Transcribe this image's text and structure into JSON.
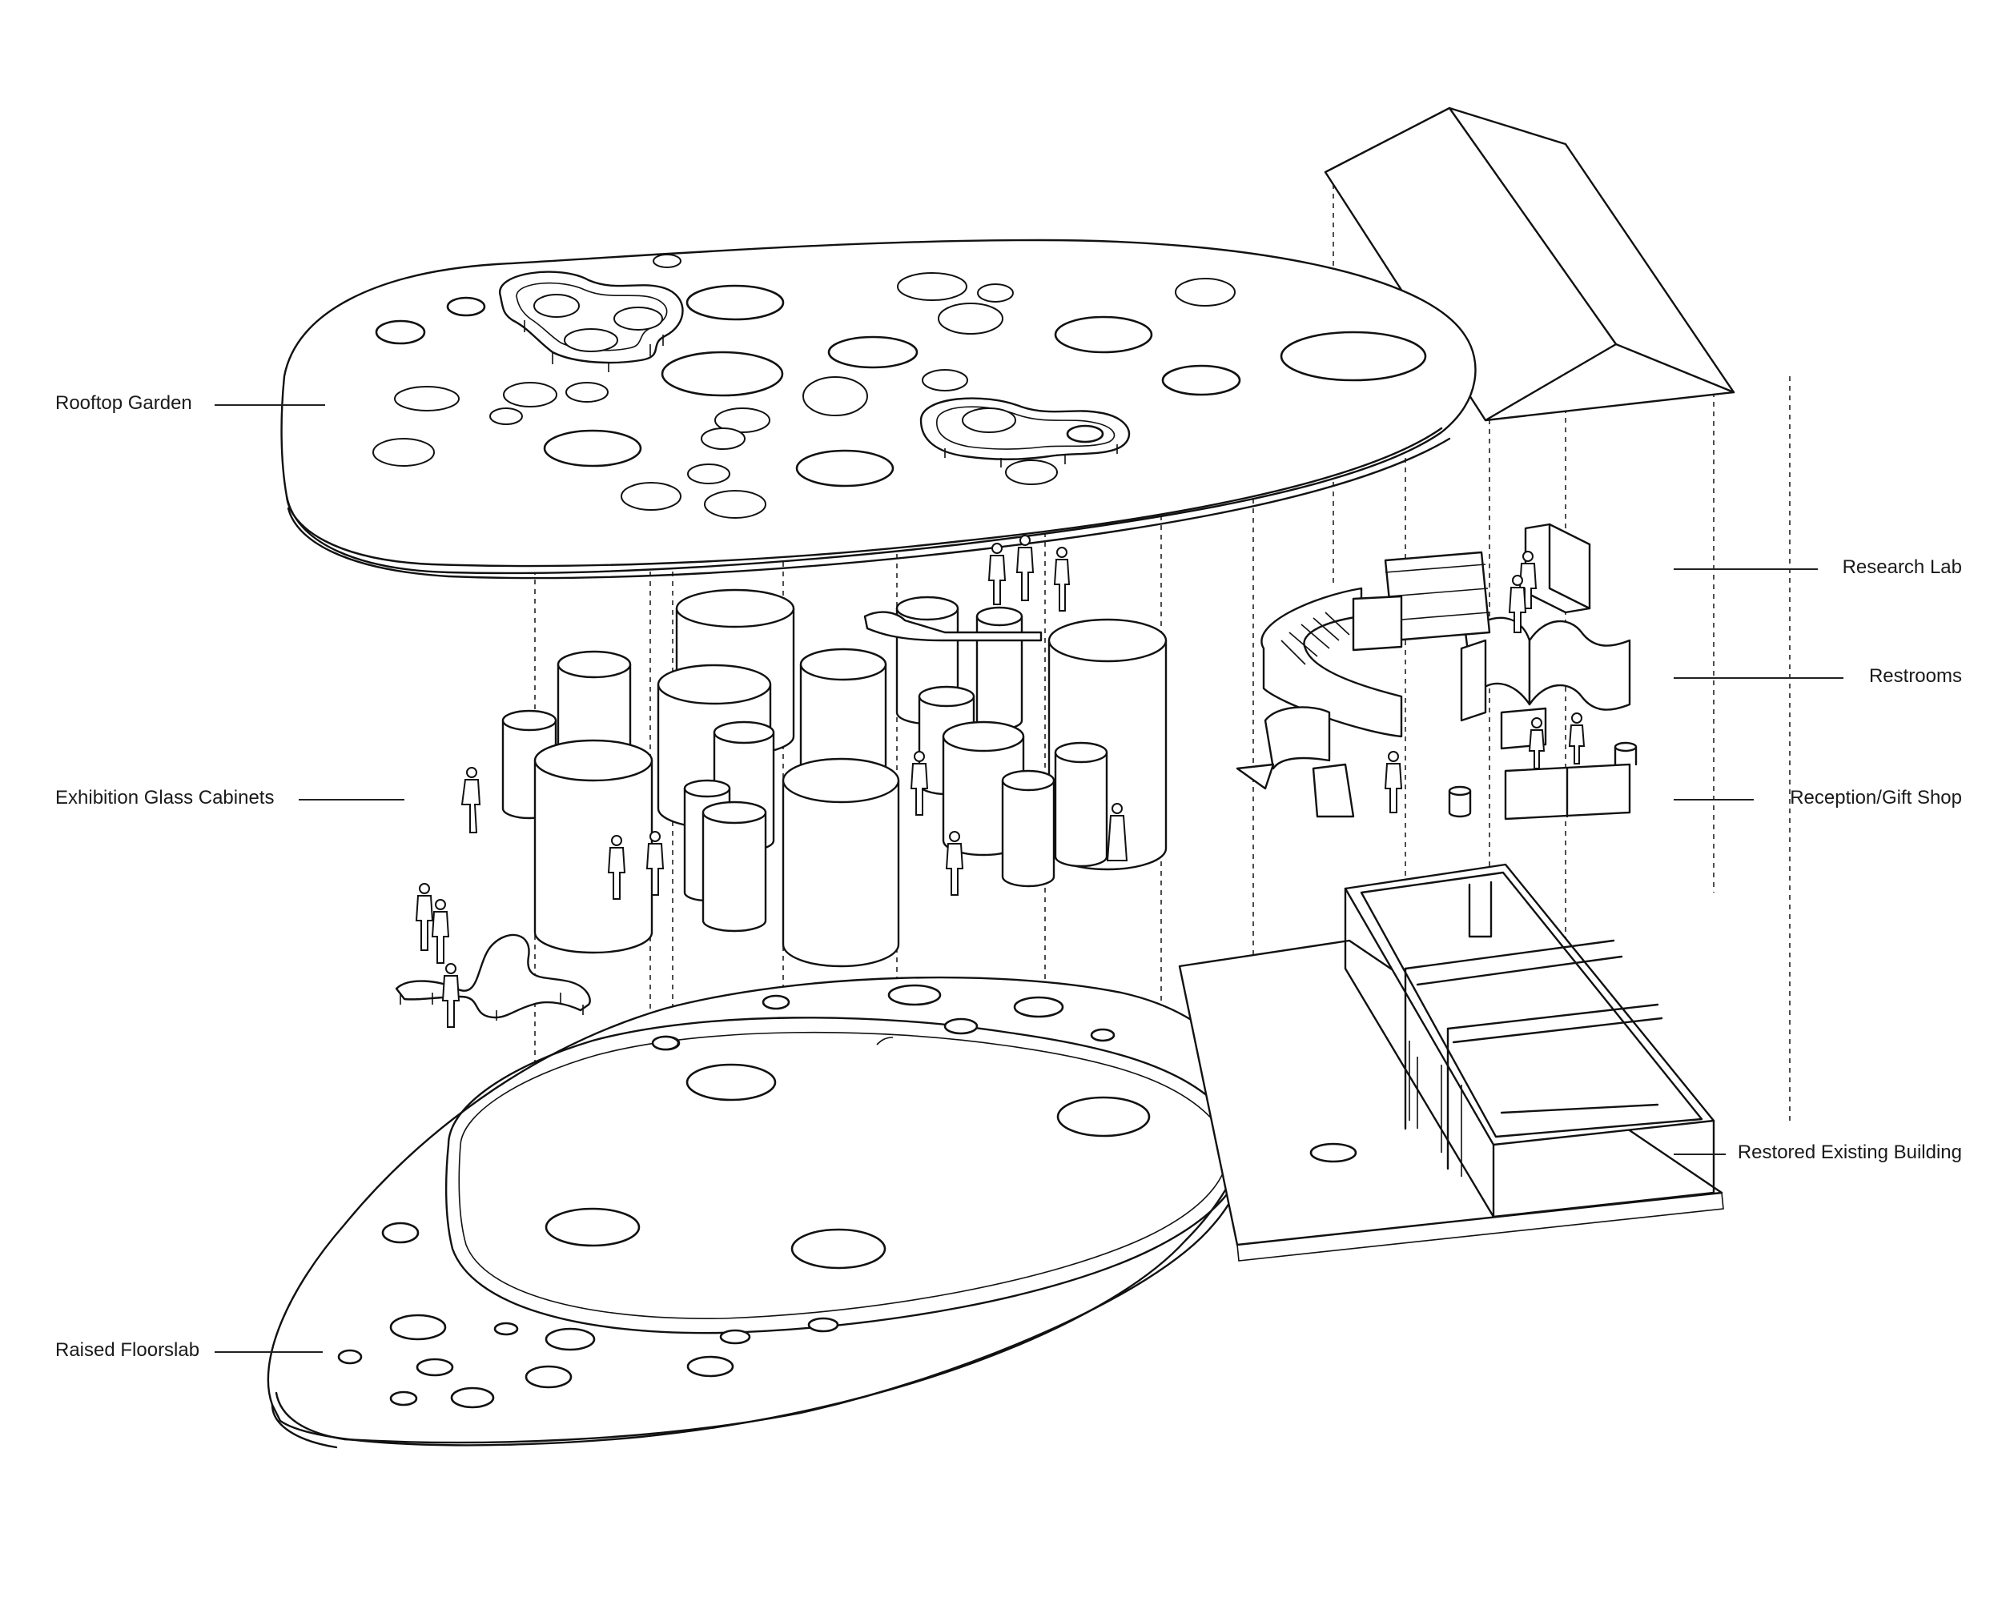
{
  "labels": {
    "rooftop_garden": "Rooftop Garden",
    "exhibition_glass_cabinets": "Exhibition Glass Cabinets",
    "raised_floorslab": "Raised Floorslab",
    "research_lab": "Research Lab",
    "restrooms": "Restrooms",
    "reception_gift_shop": "Reception/Gift Shop",
    "restored_existing_building": "Restored Existing Building"
  },
  "style": {
    "line_color": "#111111",
    "background": "#ffffff"
  }
}
